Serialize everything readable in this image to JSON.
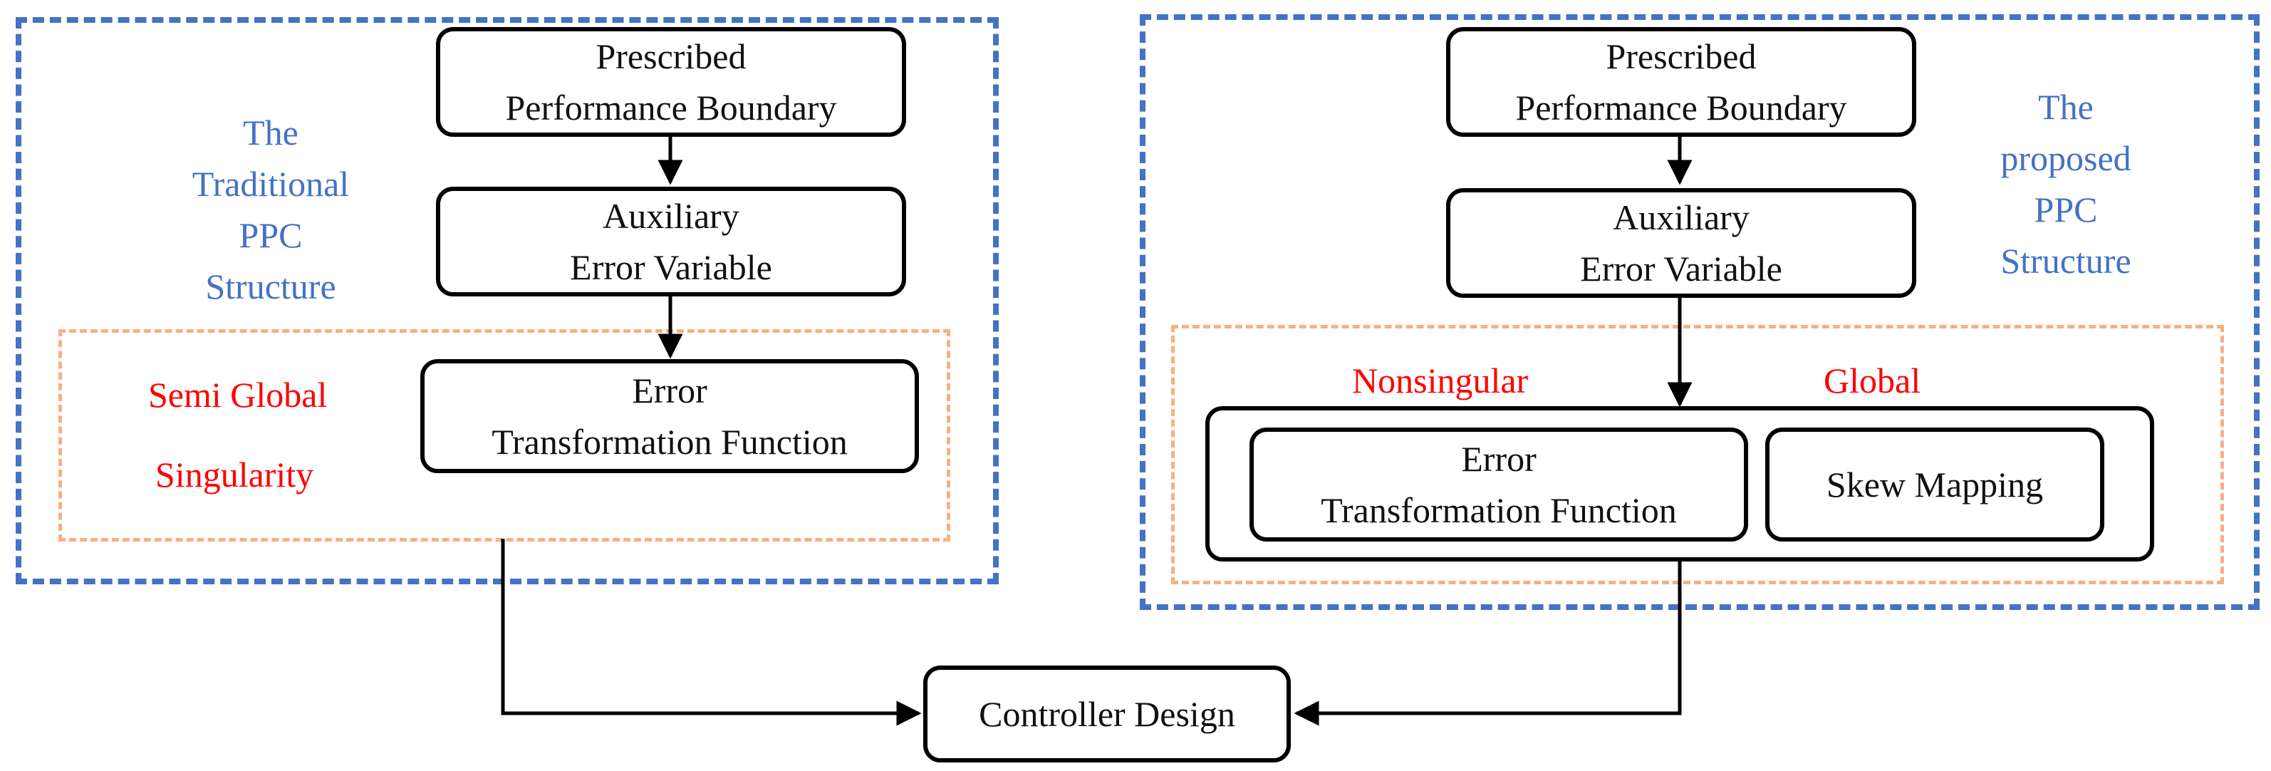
{
  "colors": {
    "frame": "#4472c4",
    "region": "#f4b183",
    "highlight": "#ff0000",
    "line": "#000000"
  },
  "left": {
    "label": [
      "The",
      "Traditional",
      "PPC",
      "Structure"
    ],
    "boundary": [
      "Prescribed",
      "Performance Boundary"
    ],
    "auxiliary": [
      "Auxiliary",
      "Error Variable"
    ],
    "transform": [
      "Error",
      "Transformation Function"
    ],
    "property_1": "Semi Global",
    "property_2": "Singularity"
  },
  "right": {
    "label": [
      "The",
      "proposed",
      "PPC",
      "Structure"
    ],
    "boundary": [
      "Prescribed",
      "Performance Boundary"
    ],
    "auxiliary": [
      "Auxiliary",
      "Error Variable"
    ],
    "transform": [
      "Error",
      "Transformation Function"
    ],
    "mapping": "Skew Mapping",
    "property_1": "Nonsingular",
    "property_2": "Global"
  },
  "controller": "Controller Design"
}
